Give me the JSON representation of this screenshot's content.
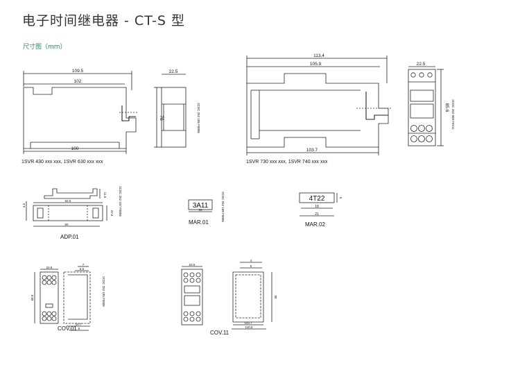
{
  "title": "电子时间继电器 - CT-S 型",
  "subtitle": "尺寸图（mm）",
  "drawings": {
    "left_main": {
      "dim_top": "109.5",
      "dim_second": "102",
      "dim_bottom": "100",
      "dim_side_width": "22.5",
      "dim_height": "78",
      "code": "2CDC 252 186 F0005",
      "caption": "1SVR 430 xxx xxx, 1SVR 630 xxx xxx"
    },
    "right_main": {
      "dim_top": "113.4",
      "dim_second": "105.9",
      "dim_bottom": "103.7",
      "dim_side_width": "22.5",
      "dim_height": "85.6",
      "code": "2CDC 252 009 F0211",
      "caption": "1SVR 730 xxx xxx, 1SVR 740 xxx xxx"
    },
    "adp": {
      "dim_a": "62.5",
      "dim_b": "60",
      "dim_left": "4.5",
      "dim_right_top": "11.5",
      "dim_right": "22.5",
      "code": "2CDC 252 187 F0005",
      "label": "ADP.01"
    },
    "mar01": {
      "text": "3A11",
      "dim": "20",
      "code": "2CDC 252 188 F0005",
      "label": "MAR.01"
    },
    "mar02": {
      "text": "4T22",
      "dim_a": "18",
      "dim_b": "21",
      "dim_side": "6",
      "label": "MAR.02"
    },
    "cov01": {
      "dim_w": "22.5",
      "dim_h": "68.5",
      "dim_a": "7",
      "dim_b": "6.5",
      "dim_c": "10.7",
      "dim_d": "6",
      "code": "2CDC 252 185 F0005",
      "label": "COV.01"
    },
    "cov11": {
      "dim_w": "22.5",
      "dim_h": "88",
      "dim_a": "4",
      "dim_b": "5",
      "dim_c": "103.7",
      "dim_d": "110.5",
      "label": "COV.11"
    }
  }
}
